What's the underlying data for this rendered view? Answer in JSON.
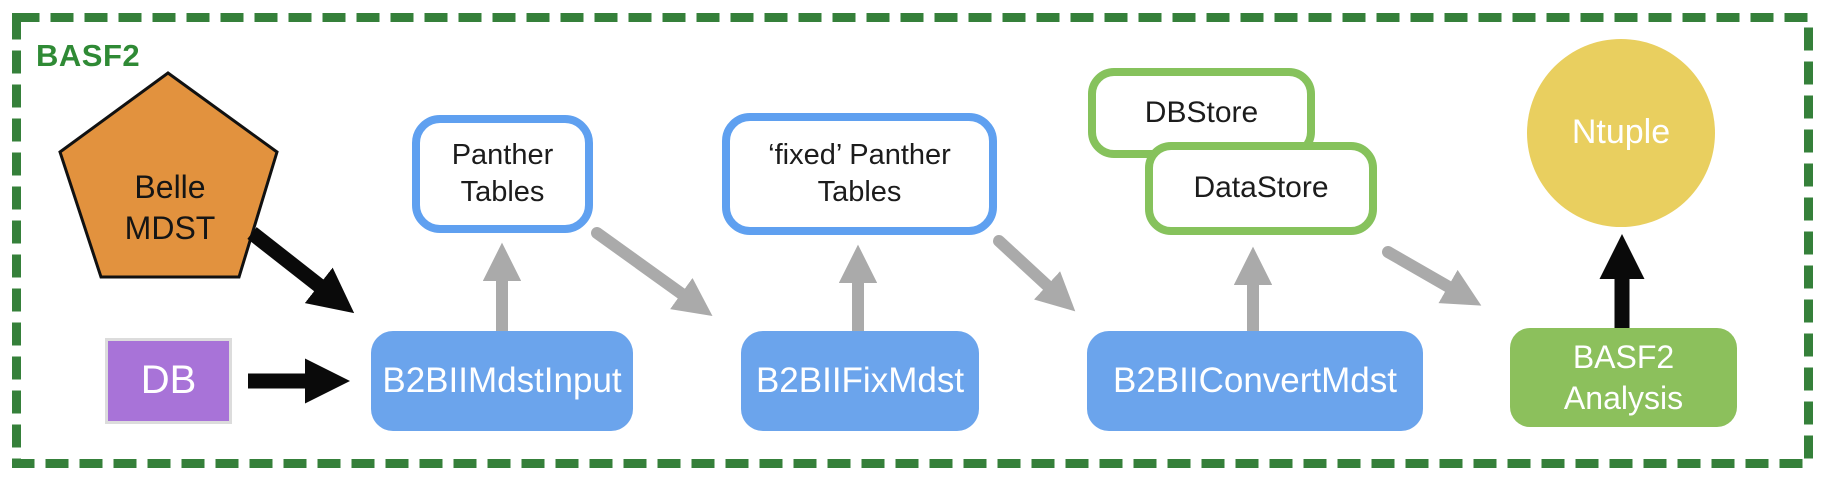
{
  "diagram": {
    "title": "BASF2",
    "nodes": {
      "belle_mdst": {
        "label": "Belle\nMDST",
        "shape": "pentagon"
      },
      "db": {
        "label": "DB",
        "shape": "rectangle"
      },
      "b2bii_mdst_input": {
        "label": "B2BIIMdstInput",
        "shape": "rounded-rectangle"
      },
      "panther_tables": {
        "label": "Panther\nTables",
        "shape": "rounded-rectangle-outline"
      },
      "b2bii_fix_mdst": {
        "label": "B2BIIFixMdst",
        "shape": "rounded-rectangle"
      },
      "fixed_panther_tables": {
        "label": "‘fixed’ Panther\nTables",
        "shape": "rounded-rectangle-outline"
      },
      "b2bii_convert_mdst": {
        "label": "B2BIIConvertMdst",
        "shape": "rounded-rectangle"
      },
      "dbstore": {
        "label": "DBStore",
        "shape": "rounded-rectangle-outline"
      },
      "datastore": {
        "label": "DataStore",
        "shape": "rounded-rectangle-outline"
      },
      "basf2_analysis": {
        "label": "BASF2\nAnalysis",
        "shape": "rounded-rectangle"
      },
      "ntuple": {
        "label": "Ntuple",
        "shape": "circle"
      }
    },
    "edges": [
      {
        "from": "belle_mdst",
        "to": "b2bii_mdst_input",
        "style": "black"
      },
      {
        "from": "db",
        "to": "b2bii_mdst_input",
        "style": "black"
      },
      {
        "from": "b2bii_mdst_input",
        "to": "panther_tables",
        "style": "gray"
      },
      {
        "from": "panther_tables",
        "to": "b2bii_fix_mdst",
        "style": "gray"
      },
      {
        "from": "b2bii_fix_mdst",
        "to": "fixed_panther_tables",
        "style": "gray"
      },
      {
        "from": "fixed_panther_tables",
        "to": "b2bii_convert_mdst",
        "style": "gray"
      },
      {
        "from": "b2bii_convert_mdst",
        "to": "datastore",
        "style": "gray"
      },
      {
        "from": "datastore",
        "to": "basf2_analysis",
        "style": "gray"
      },
      {
        "from": "basf2_analysis",
        "to": "ntuple",
        "style": "black"
      }
    ],
    "colors": {
      "frame_green": "#35803a",
      "title_green": "#2f8a35",
      "orange": "#e2923e",
      "purple": "#a873d8",
      "purple_border": "#dcdcdc",
      "blue": "#6ba4ec",
      "blue_outline": "#5fa0f0",
      "green_outline": "#86c25c",
      "green_fill": "#8cc05c",
      "yellow": "#e9cf5f",
      "gray_arrow": "#a6a6a6",
      "black": "#0a0a0a"
    }
  }
}
